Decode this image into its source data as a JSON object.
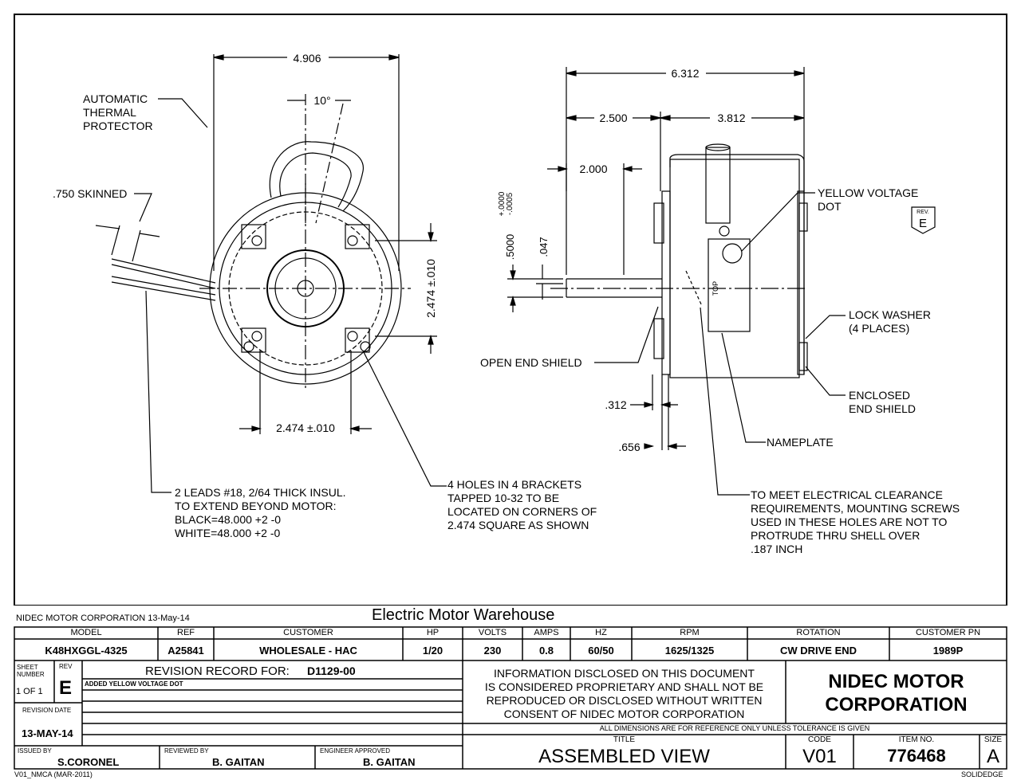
{
  "drawing": {
    "front_view": {
      "dim_width": "4.906",
      "dim_angle": "10°",
      "dim_skinned": ".750 SKINNED",
      "dim_square_h": "2.474 ±.010",
      "dim_square_v": "2.474 ±.010",
      "label_thermal": [
        "AUTOMATIC",
        "THERMAL",
        "PROTECTOR"
      ],
      "note_leads": [
        "2 LEADS #18, 2/64 THICK INSUL.",
        "TO EXTEND BEYOND MOTOR:",
        "BLACK=48.000 +2 -0",
        "WHITE=48.000 +2 -0"
      ],
      "note_holes": [
        "4  HOLES  IN  4  BRACKETS",
        "TAPPED 10-32 TO BE",
        "LOCATED ON CORNERS OF",
        "2.474 SQUARE AS SHOWN"
      ]
    },
    "side_view": {
      "dim_overall": "6.312",
      "dim_shaft": "2.500",
      "dim_body": "3.812",
      "dim_flat": "2.000",
      "dim_shaft_dia": ".5000",
      "dim_shaft_tol_plus": "+.0000",
      "dim_shaft_tol_minus": "-.0005",
      "dim_flat_depth": ".047",
      "dim_312": ".312",
      "dim_656": ".656",
      "label_yellow_dot": [
        "YELLOW VOLTAGE",
        "DOT"
      ],
      "label_lock_washer": [
        "LOCK WASHER",
        "(4 PLACES)"
      ],
      "label_open_end": "OPEN END SHIELD",
      "label_enclosed_end": [
        "ENCLOSED",
        "END SHIELD"
      ],
      "label_nameplate": "NAMEPLATE",
      "label_top": "TOP",
      "note_clearance": [
        "TO  MEET  ELECTRICAL  CLEARANCE",
        "REQUIREMENTS, MOUNTING SCREWS",
        "USED  IN  THESE HOLES ARE NOT TO",
        "PROTRUDE THRU SHELL OVER",
        ".187 INCH"
      ],
      "rev_badge_label": "REV.",
      "rev_badge_value": "E"
    }
  },
  "title_block": {
    "company_date": "NIDEC MOTOR CORPORATION 13-May-14",
    "dealer": "Electric Motor Warehouse",
    "spec_headers": [
      "MODEL",
      "REF",
      "CUSTOMER",
      "HP",
      "VOLTS",
      "AMPS",
      "HZ",
      "RPM",
      "ROTATION",
      "CUSTOMER PN"
    ],
    "spec_values": [
      "K48HXGGL-4325",
      "A25841",
      "WHOLESALE - HAC",
      "1/20",
      "230",
      "0.8",
      "60/50",
      "1625/1325",
      "CW DRIVE END",
      "1989P"
    ],
    "sheet_label": "SHEET NUMBER",
    "sheet_value": "1 OF 1",
    "rev_label": "REV",
    "rev_value": "E",
    "revision_record_label": "REVISION RECORD FOR:",
    "revision_record_value": "D1129-00",
    "revision_entry": "ADDED YELLOW VOLTAGE DOT",
    "revision_date_label": "REVISION DATE",
    "revision_date_value": "13-MAY-14",
    "proprietary_notice": [
      "INFORMATION DISCLOSED ON THIS DOCUMENT",
      "IS CONSIDERED PROPRIETARY AND SHALL NOT BE",
      "REPRODUCED OR DISCLOSED WITHOUT WRITTEN",
      "CONSENT OF NIDEC MOTOR CORPORATION"
    ],
    "company_name": [
      "NIDEC MOTOR",
      "CORPORATION"
    ],
    "reference_note": "ALL DIMENSIONS ARE FOR REFERENCE ONLY UNLESS TOLERANCE IS GIVEN",
    "issued_by_label": "ISSUED BY",
    "issued_by": "S.CORONEL",
    "reviewed_by_label": "REVIEWED BY",
    "reviewed_by": "B. GAITAN",
    "engineer_label": "ENGINEER APPROVED",
    "engineer": "B. GAITAN",
    "title_label": "TITLE",
    "title": "ASSEMBLED VIEW",
    "code_label": "CODE",
    "code": "V01",
    "item_label": "ITEM NO.",
    "item": "776468",
    "size_label": "SIZE",
    "size": "A",
    "form_id": "V01_NMCA (MAR-2011)",
    "software": "SOLIDEDGE"
  }
}
